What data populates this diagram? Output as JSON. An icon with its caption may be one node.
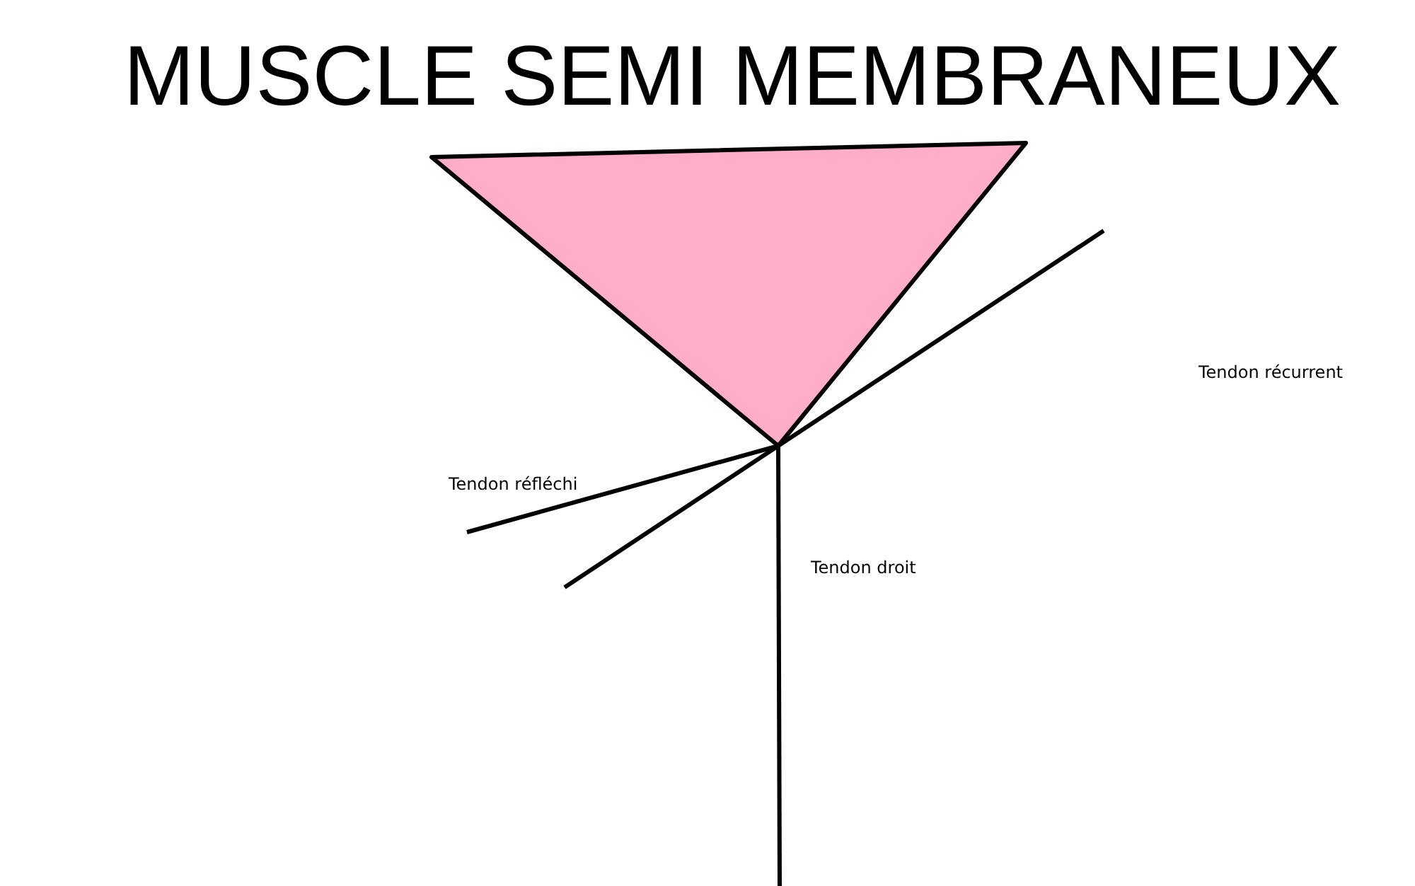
{
  "diagram": {
    "title": "MUSCLE SEMI MEMBRANEUX",
    "labels": [
      "Tendon récurrent",
      "Tendon réfléchi",
      "Tendon droit"
    ]
  }
}
